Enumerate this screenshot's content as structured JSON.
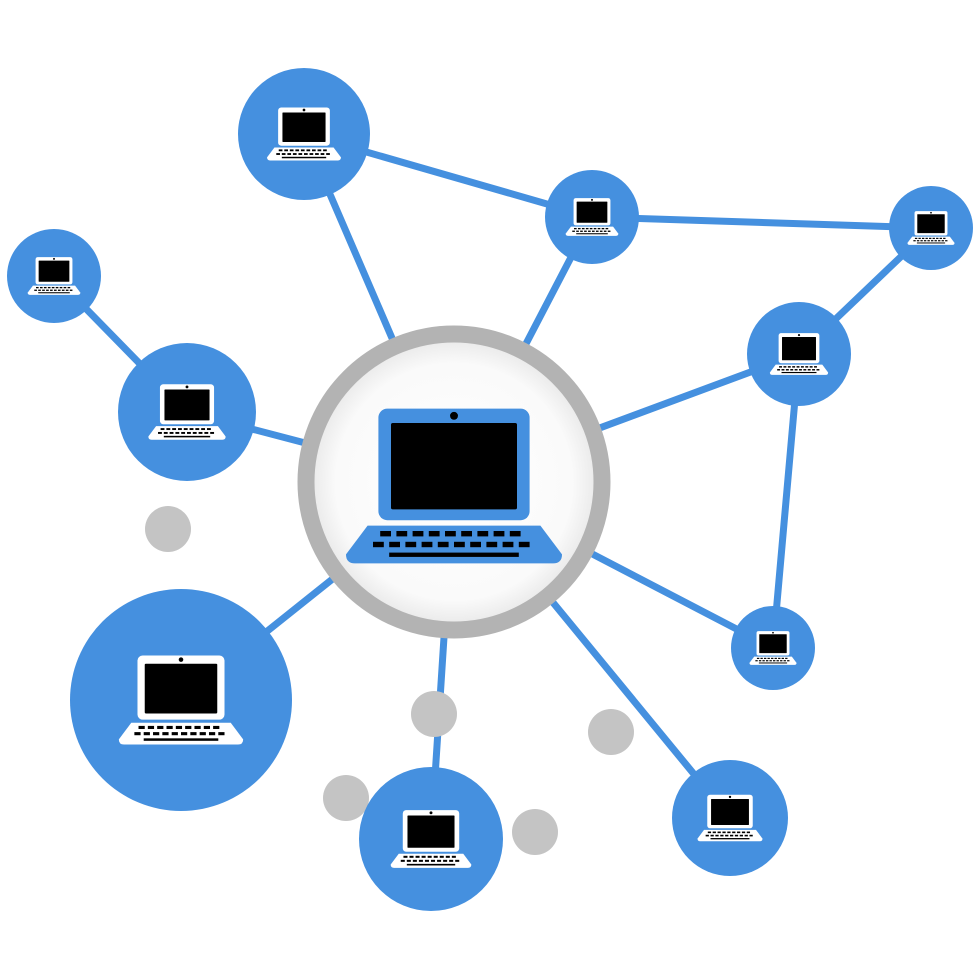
{
  "diagram": {
    "nodes": [
      {
        "id": "hub",
        "icon": "laptop-icon",
        "role": "central"
      },
      {
        "id": "n1",
        "icon": "laptop-icon"
      },
      {
        "id": "n2",
        "icon": "laptop-icon"
      },
      {
        "id": "n3",
        "icon": "laptop-icon"
      },
      {
        "id": "n4",
        "icon": "laptop-icon"
      },
      {
        "id": "n5",
        "icon": "laptop-icon"
      },
      {
        "id": "n6",
        "icon": "laptop-icon"
      },
      {
        "id": "n7",
        "icon": "laptop-icon"
      },
      {
        "id": "n8",
        "icon": "laptop-icon"
      },
      {
        "id": "n9",
        "icon": "laptop-icon"
      },
      {
        "id": "n10",
        "icon": "laptop-icon"
      },
      {
        "id": "n11",
        "icon": "laptop-icon"
      }
    ],
    "edges": [
      [
        "hub",
        "n1"
      ],
      [
        "hub",
        "n2"
      ],
      [
        "hub",
        "n3"
      ],
      [
        "hub",
        "n4"
      ],
      [
        "hub",
        "n5"
      ],
      [
        "hub",
        "n6"
      ],
      [
        "hub",
        "n7"
      ],
      [
        "hub",
        "n8"
      ],
      [
        "n1",
        "n2"
      ],
      [
        "n2",
        "n9"
      ],
      [
        "n9",
        "n3"
      ],
      [
        "n3",
        "n7"
      ],
      [
        "n4",
        "n10"
      ]
    ],
    "colors": {
      "node_fill": "#4590df",
      "edge": "#4590df",
      "hub_ring": "#b3b3b3",
      "hub_fill": "#ffffff",
      "icon": "#ffffff",
      "decor_dots": "#c4c4c4"
    }
  }
}
